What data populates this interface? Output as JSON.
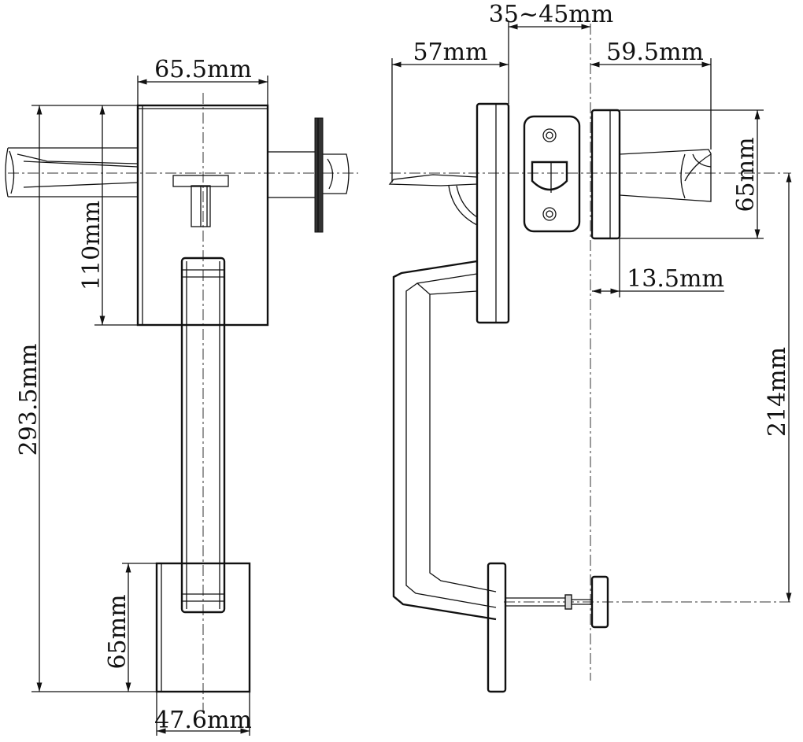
{
  "dimensions": {
    "front_plate_width": "65.5mm",
    "thumb_lever_height": "110mm",
    "overall_height": "293.5mm",
    "bottom_plate_height": "65mm",
    "bottom_plate_width": "47.6mm",
    "outside_projection": "57mm",
    "door_thickness": "35~45mm",
    "inside_lever_projection": "59.5mm",
    "inside_rose_diameter": "65mm",
    "rose_thickness": "13.5mm",
    "lever_to_deadbolt": "214mm"
  },
  "colors": {
    "line": "#111111",
    "fill": "#d7d7d7",
    "background": "#ffffff"
  }
}
